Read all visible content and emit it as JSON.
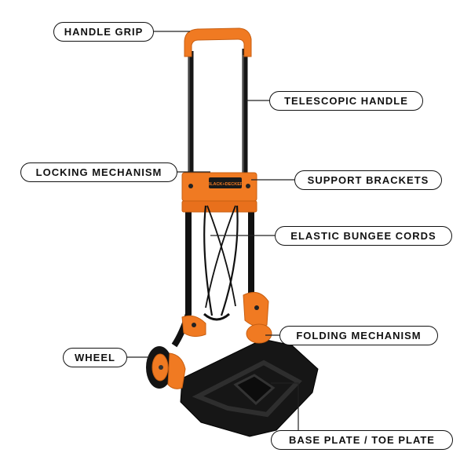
{
  "labels": {
    "handle_grip": "HANDLE GRIP",
    "telescopic_handle": "TELESCOPIC HANDLE",
    "locking_mechanism": "LOCKING MECHANISM",
    "support_brackets": "SUPPORT BRACKETS",
    "elastic_bungee_cords": "ELASTIC BUNGEE CORDS",
    "folding_mechanism": "FOLDING MECHANISM",
    "wheel": "WHEEL",
    "base_plate": "BASE PLATE / TOE PLATE"
  },
  "brand_text": "BLACK+DECKER",
  "colors": {
    "orange": "#f07a22",
    "black": "#111111",
    "leader": "#222222"
  }
}
